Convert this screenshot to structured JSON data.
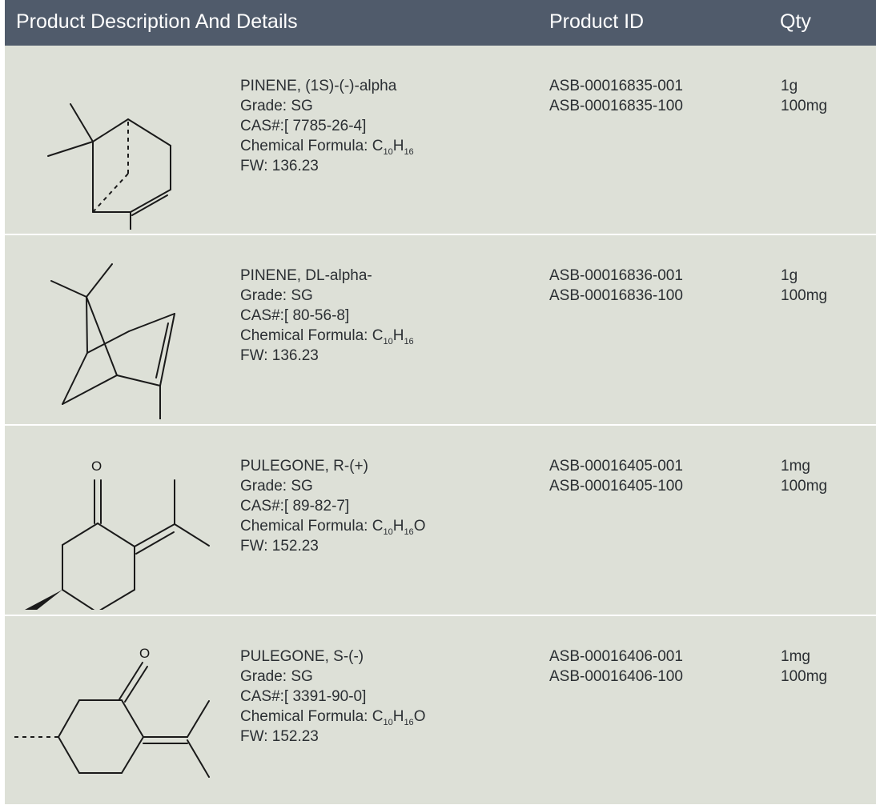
{
  "header": {
    "description": "Product Description And Details",
    "product_id": "Product ID",
    "qty": "Qty"
  },
  "products": [
    {
      "name": "PINENE, (1S)-(-)-alpha",
      "grade": "Grade: SG",
      "cas": "CAS#:[ 7785-26-4]",
      "formula_label": "Chemical Formula: ",
      "formula": {
        "c": "C",
        "c_n": "10",
        "h": "H",
        "h_n": "16",
        "o": ""
      },
      "fw": "FW: 136.23",
      "ids": [
        "ASB-00016835-001",
        "ASB-00016835-100"
      ],
      "qtys": [
        "1g",
        "100mg"
      ]
    },
    {
      "name": "PINENE, DL-alpha-",
      "grade": "Grade: SG",
      "cas": "CAS#:[ 80-56-8]",
      "formula_label": "Chemical Formula: ",
      "formula": {
        "c": "C",
        "c_n": "10",
        "h": "H",
        "h_n": "16",
        "o": ""
      },
      "fw": "FW: 136.23",
      "ids": [
        "ASB-00016836-001",
        "ASB-00016836-100"
      ],
      "qtys": [
        "1g",
        "100mg"
      ]
    },
    {
      "name": "PULEGONE, R-(+)",
      "grade": "Grade: SG",
      "cas": "CAS#:[ 89-82-7]",
      "formula_label": "Chemical Formula: ",
      "formula": {
        "c": "C",
        "c_n": "10",
        "h": "H",
        "h_n": "16",
        "o": "O"
      },
      "fw": "FW: 152.23",
      "ids": [
        "ASB-00016405-001",
        "ASB-00016405-100"
      ],
      "qtys": [
        "1mg",
        "100mg"
      ]
    },
    {
      "name": "PULEGONE, S-(-)",
      "grade": "Grade: SG",
      "cas": "CAS#:[ 3391-90-0]",
      "formula_label": "Chemical Formula: ",
      "formula": {
        "c": "C",
        "c_n": "10",
        "h": "H",
        "h_n": "16",
        "o": "O"
      },
      "fw": "FW: 152.23",
      "ids": [
        "ASB-00016406-001",
        "ASB-00016406-100"
      ],
      "qtys": [
        "1mg",
        "100mg"
      ]
    }
  ],
  "atoms": {
    "oxygen": "O"
  },
  "colors": {
    "header_bg": "#505b6b",
    "row_bg": "#dde0d7",
    "separator": "#ffffff"
  }
}
